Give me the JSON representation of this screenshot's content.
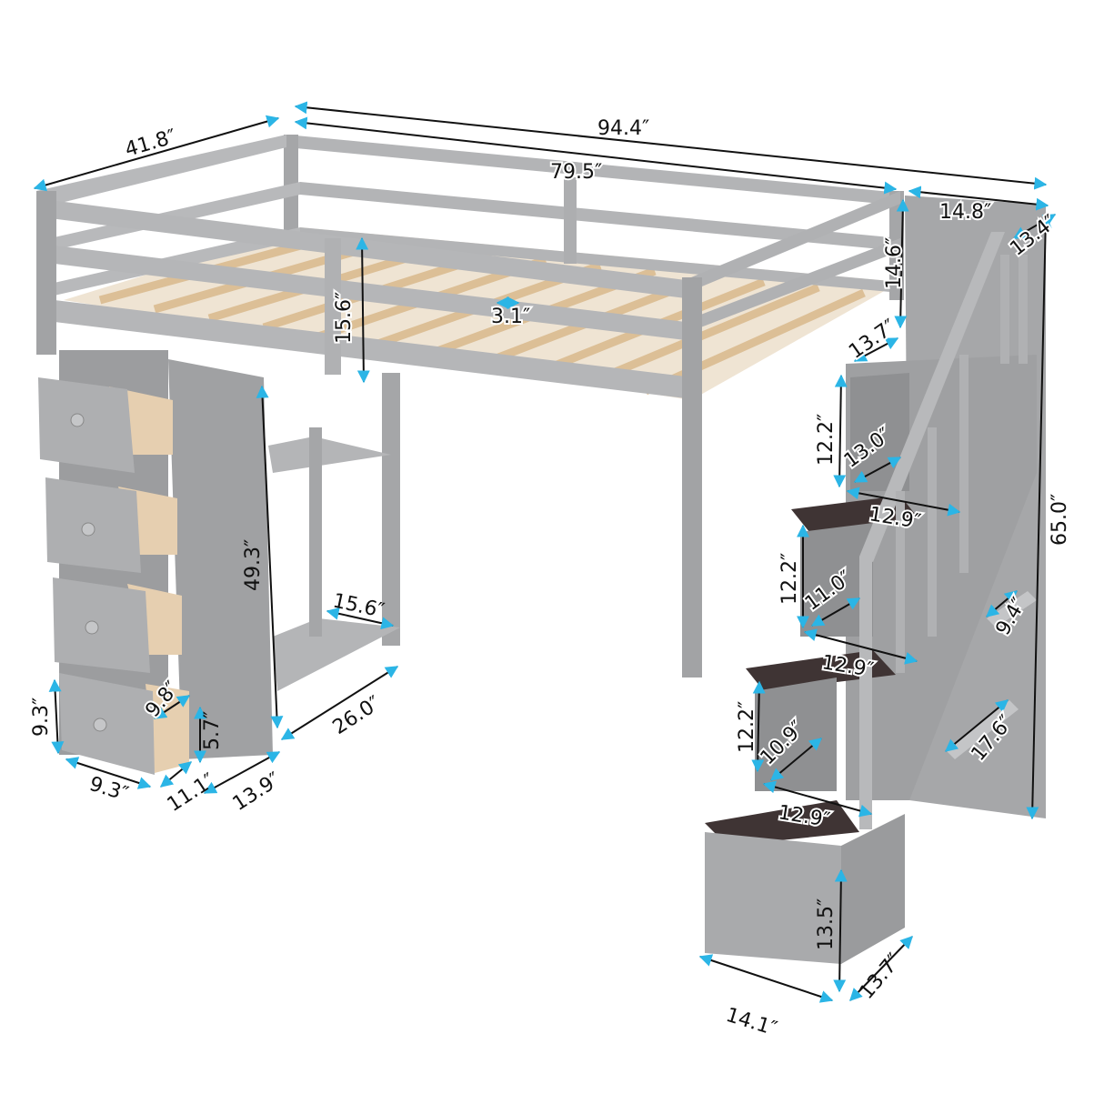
{
  "product": "Loft bed with drawer cabinet, shelves and storage staircase",
  "colors": {
    "frame": "#a9aaac",
    "frame_dark": "#8c8d90",
    "frame_light": "#c2c3c5",
    "slat": "#e4c9a2",
    "drawer_interior": "#e6cfb0",
    "stair_tread": "#3f3434",
    "arrow": "#2bb5e6",
    "dimension_line": "#111111"
  },
  "dimensions": {
    "overall_depth": "41.8″",
    "overall_length": "94.4″",
    "bed_length": "79.5″",
    "stair_top_width": "14.8″",
    "stair_top_depth": "13.4″",
    "guardrail_end_height": "14.6″",
    "stair_landing_depth": "13.7″",
    "guardrail_height": "15.6″",
    "slat_gap": "3.1″",
    "overall_height": "65.0″",
    "step1_rise": "12.2″",
    "step1_cubby_depth": "13.0″",
    "step1_width": "12.9″",
    "step2_rise": "12.2″",
    "step2_cubby_depth": "11.0″",
    "step2_width": "12.9″",
    "side_shelf_upper": "9.4″",
    "step3_rise": "12.2″",
    "step3_cubby_depth": "10.9″",
    "step3_width": "12.9″",
    "side_shelf_lower": "17.6″",
    "bottom_box_height": "13.5″",
    "bottom_box_width": "14.1″",
    "bottom_box_depth": "13.7″",
    "cabinet_height": "49.3″",
    "desk_shelf_depth": "15.6″",
    "desk_width": "26.0″",
    "cabinet_depth": "13.9″",
    "drawer_width": "9.3″",
    "drawer_height": "9.3″",
    "drawer_depth": "11.1″",
    "drawer_interior_depth": "9.8″",
    "drawer_interior_height": "5.7″"
  }
}
